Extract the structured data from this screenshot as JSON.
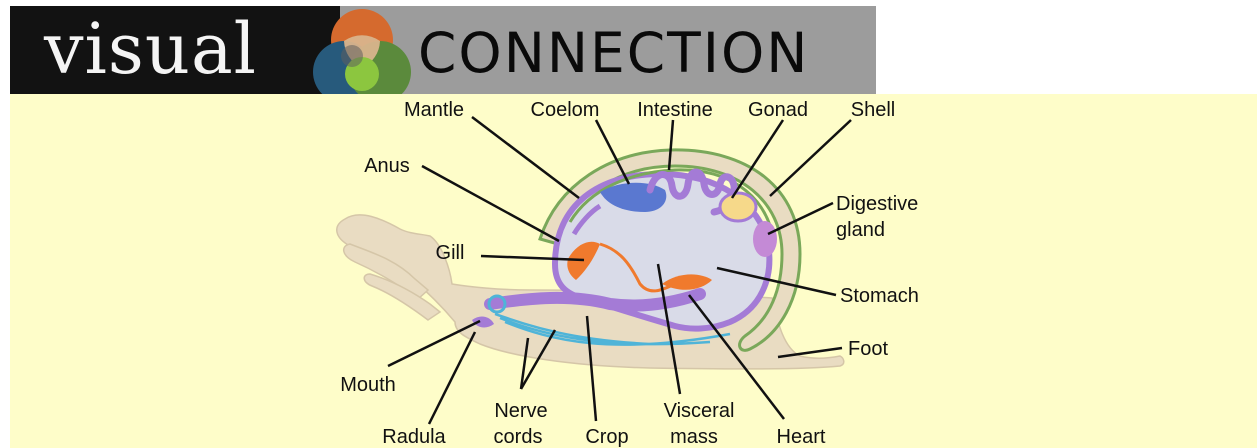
{
  "banner": {
    "visual_text": "visual",
    "connection_text": "CONNECTION",
    "colors": {
      "dark": "#121212",
      "gray": "#9c9c9c",
      "orange": "#d56a2e",
      "blue": "#275a7c",
      "green": "#7cb342",
      "tan": "#d9b48c"
    }
  },
  "diagram": {
    "labels": {
      "mantle": "Mantle",
      "coelom": "Coelom",
      "intestine": "Intestine",
      "gonad": "Gonad",
      "shell": "Shell",
      "anus": "Anus",
      "digestive_1": "Digestive",
      "digestive_2": "gland",
      "gill": "Gill",
      "stomach": "Stomach",
      "foot": "Foot",
      "mouth": "Mouth",
      "nerve_1": "Nerve",
      "nerve_2": "cords",
      "visceral_1": "Visceral",
      "visceral_2": "mass",
      "radula": "Radula",
      "crop": "Crop",
      "heart": "Heart"
    },
    "colors": {
      "background": "#fefdc9",
      "body": "#e9dcc2",
      "shell_line": "#7aa85a",
      "organs": "#a47bd6",
      "blue_organs": "#5a78d0",
      "gill": "#f07a2d",
      "nerves": "#4fb4d8",
      "gonad": "#f6d98a"
    }
  }
}
